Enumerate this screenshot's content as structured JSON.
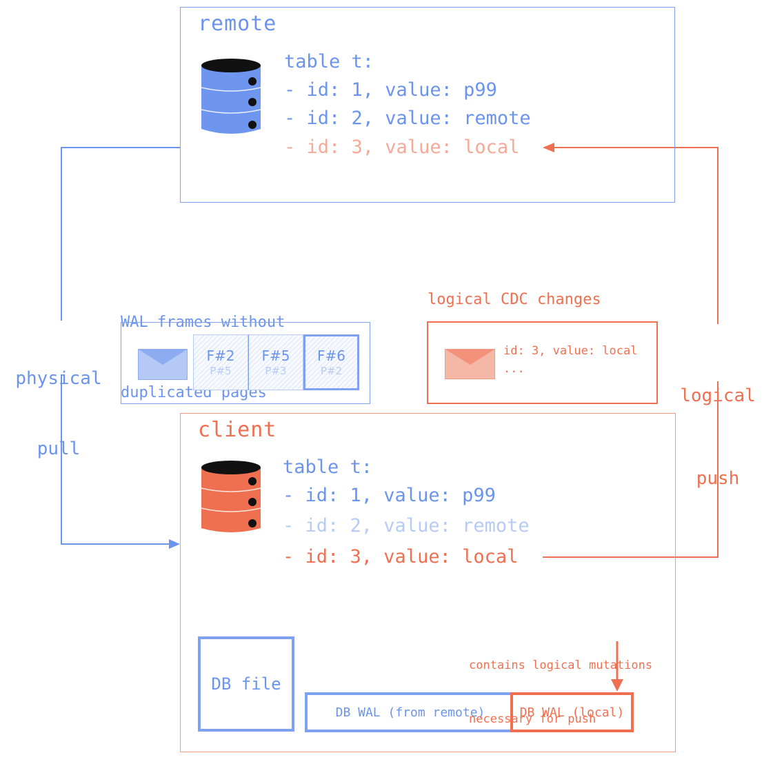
{
  "colors": {
    "blue": "#6b94ec",
    "red": "#ef7050",
    "faded_red": "#f5aa98",
    "faded_blue": "#b6ccf6",
    "db_remote": "#6f96ee",
    "db_client": "#ef7050"
  },
  "remote": {
    "title": "remote",
    "table_header": "table t:",
    "rows": [
      "- id: 1, value: p99",
      "- id: 2, value: remote",
      "- id: 3, value: local"
    ]
  },
  "wal_frames": {
    "caption_line1": "WAL frames without",
    "caption_line2": "duplicated pages",
    "frames": [
      {
        "frame": "F#2",
        "page": "P#5"
      },
      {
        "frame": "F#5",
        "page": "P#3"
      },
      {
        "frame": "F#6",
        "page": "P#2"
      }
    ]
  },
  "cdc": {
    "caption": "logical CDC changes",
    "line1": "id: 3, value: local",
    "line2": "..."
  },
  "arrows": {
    "physical_pull_line1": "physical",
    "physical_pull_line2": "pull",
    "logical_push_line1": "logical",
    "logical_push_line2": "push"
  },
  "client": {
    "title": "client",
    "table_header": "table t:",
    "rows": [
      "- id: 1, value: p99",
      "- id: 2, value: remote",
      "- id: 3, value: local"
    ],
    "db_file": "DB file",
    "wal_remote": "DB WAL (from remote)",
    "wal_local": "DB WAL (local)",
    "note_line1": "contains logical mutations",
    "note_line2": "necessary for push"
  }
}
